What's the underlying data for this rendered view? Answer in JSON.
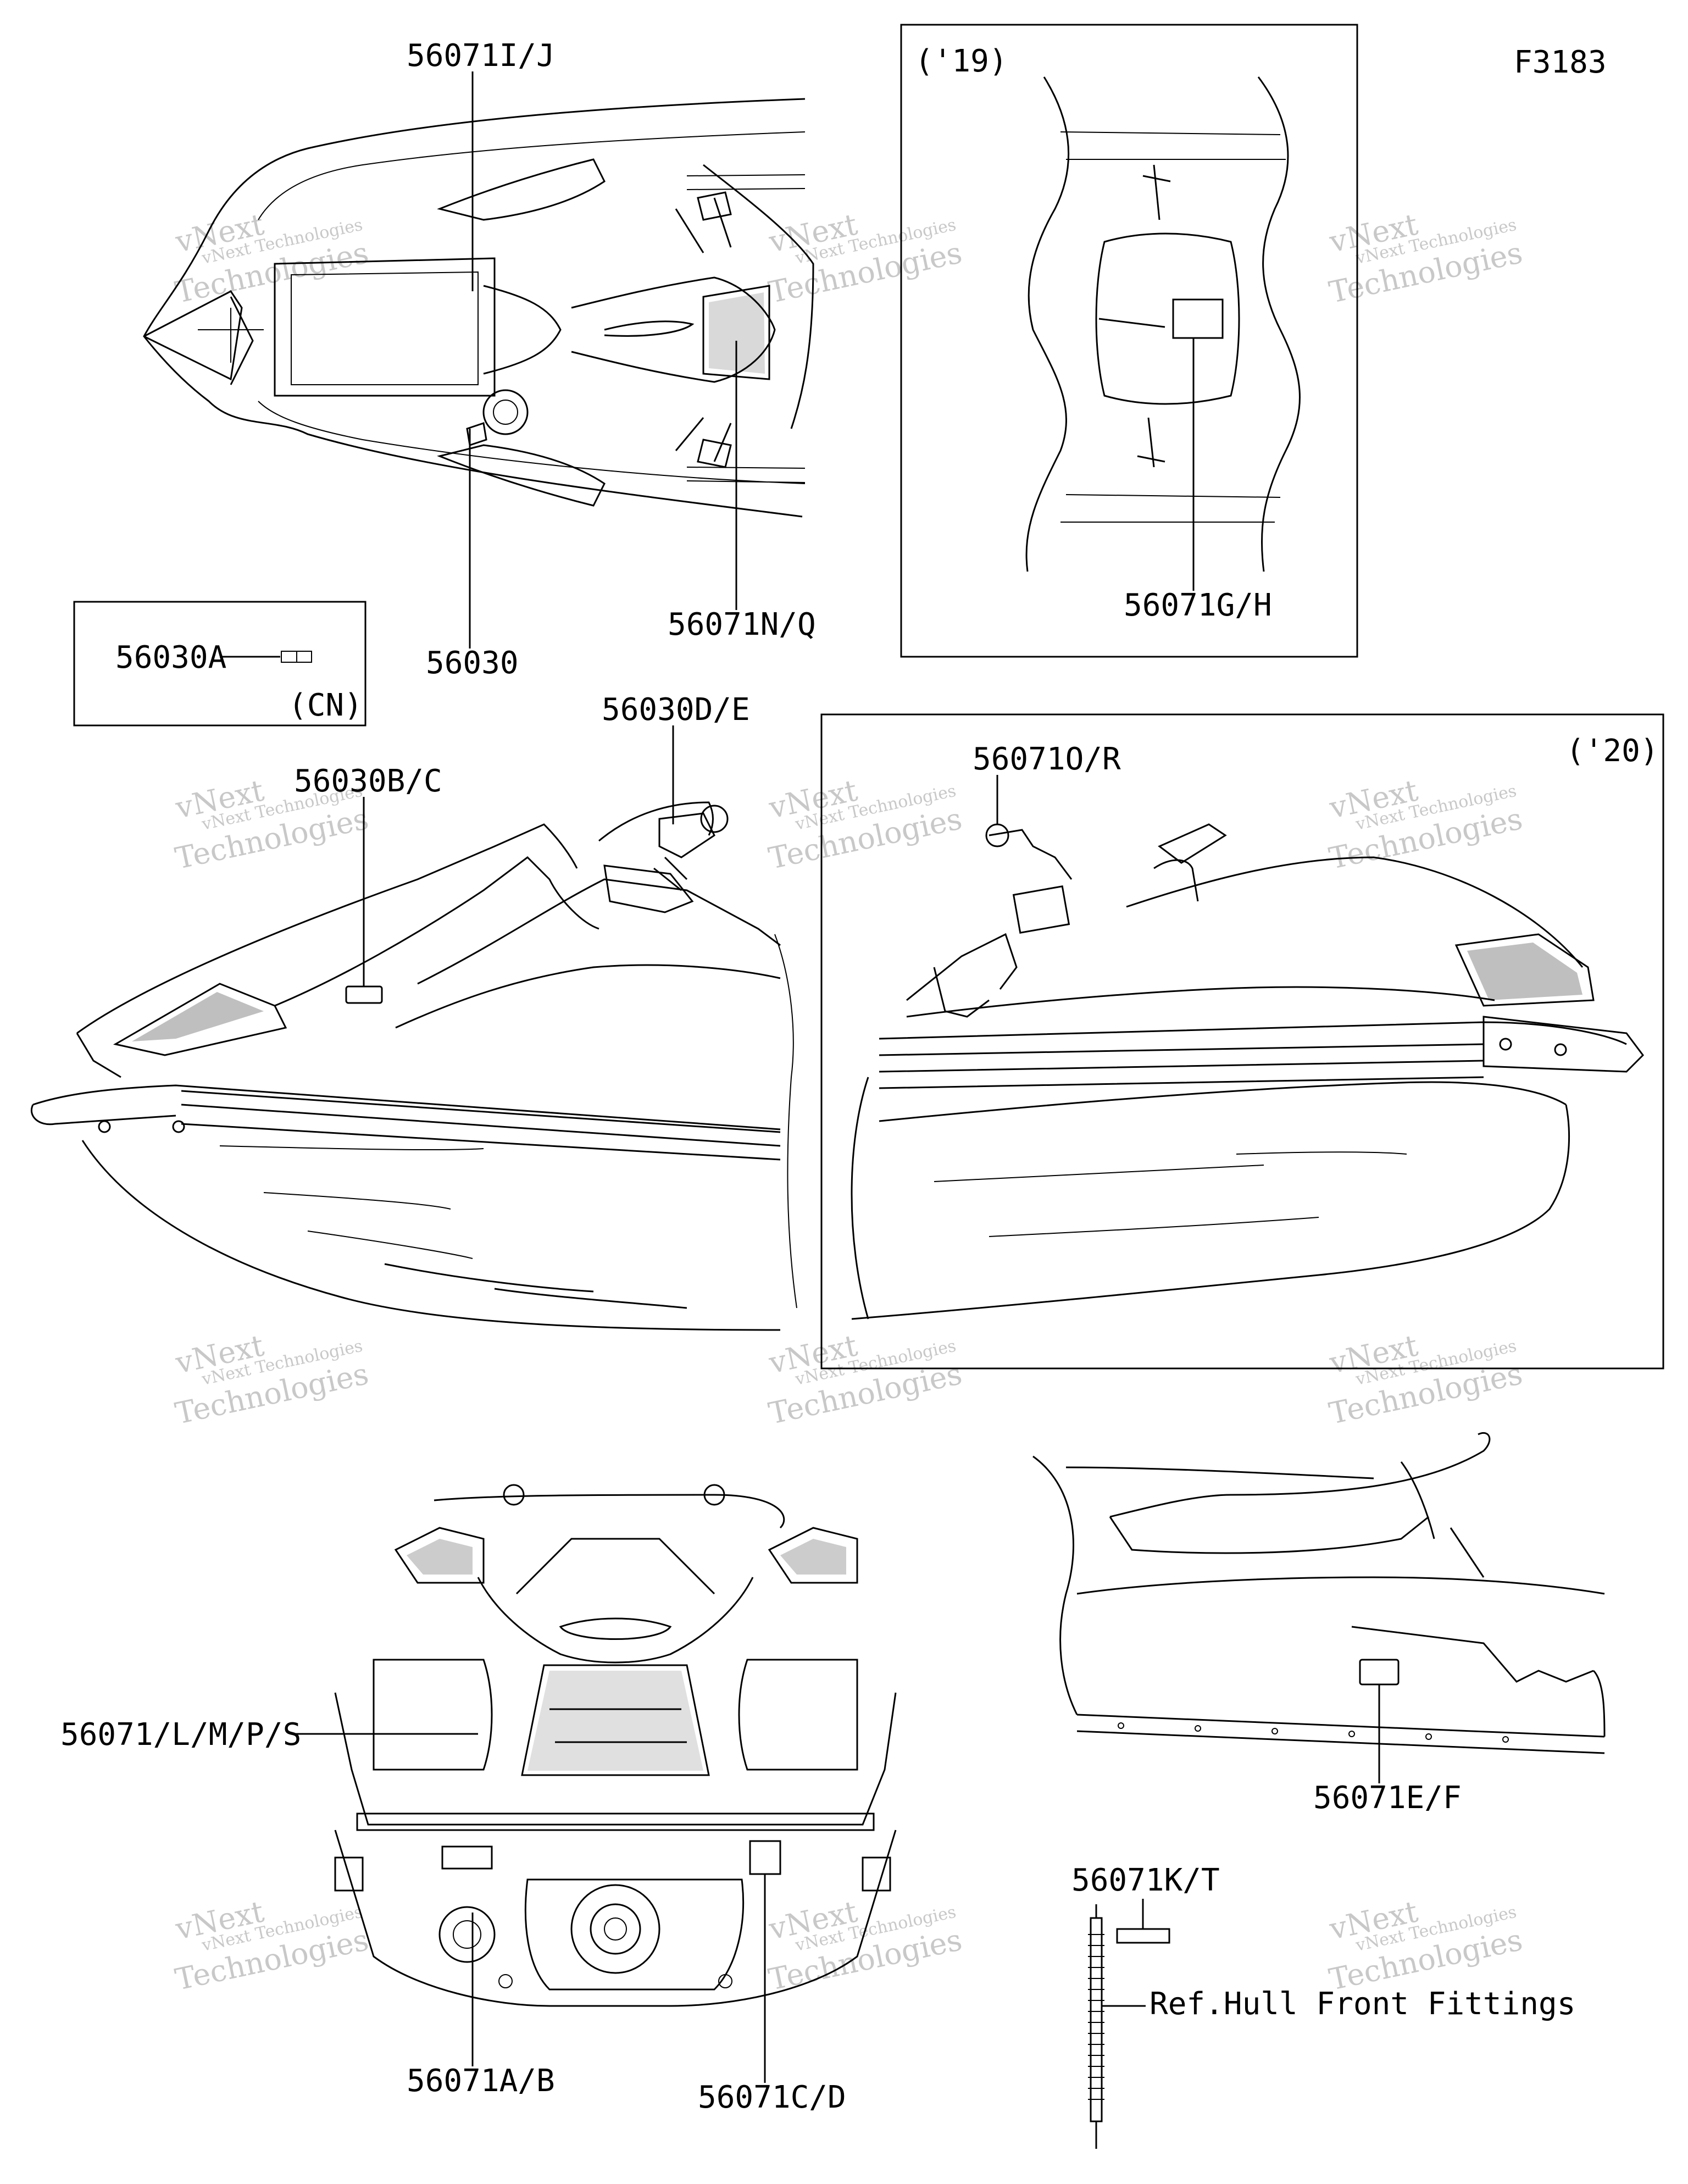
{
  "figure_code": "F3183",
  "labels": {
    "l_56071IJ": "56071I/J",
    "l_56030": "56030",
    "l_56071NQ": "56071N/Q",
    "l_56030A": "56030A",
    "cn": "(CN)",
    "y19": "('19)",
    "l_56071GH": "56071G/H",
    "l_56030DE": "56030D/E",
    "l_56030BC": "56030B/C",
    "y20": "('20)",
    "l_56071OR": "56071O/R",
    "l_56071LMPS": "56071/L/M/P/S",
    "l_56071AB": "56071A/B",
    "l_56071CD": "56071C/D",
    "l_56071EF": "56071E/F",
    "l_56071KT": "56071K/T",
    "ref_hull": "Ref.Hull Front Fittings"
  },
  "watermark": {
    "small": "vNext Technologies",
    "large": "Technologies",
    "tag": "vNext"
  }
}
